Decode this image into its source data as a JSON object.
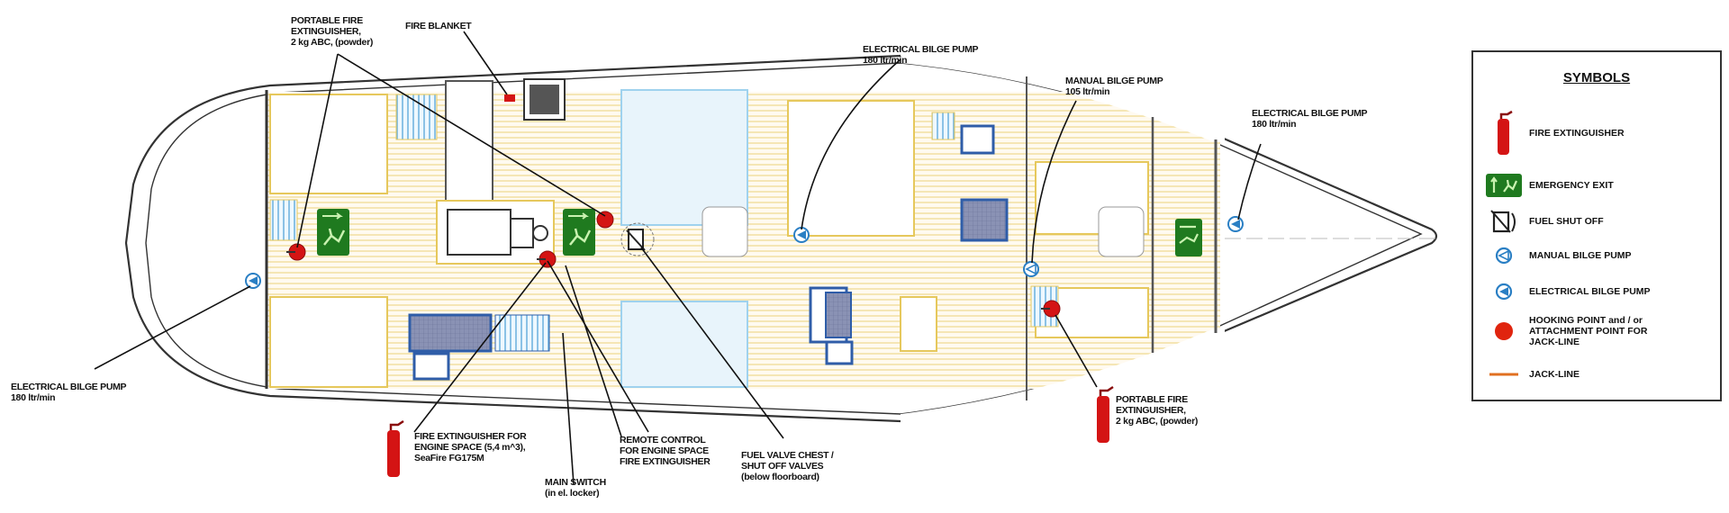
{
  "diagram": {
    "type": "yacht deck plan safety layout",
    "colors": {
      "hull_line": "#333333",
      "fire_red": "#d41414",
      "exit_green": "#1f7a1f",
      "pump_blue": "#2a7fc4",
      "floor_yellow": "#f2d77a",
      "fixture_blue": "#2f5da8",
      "jackline_orange": "#e07020"
    }
  },
  "labels": {
    "portable_ext_fwd": "PORTABLE FIRE\nEXTINGUISHER,\n2 kg ABC, (powder)",
    "fire_blanket": "FIRE BLANKET",
    "elec_pump_top": "ELECTRICAL BILGE PUMP\n180 ltr/min",
    "manual_pump": "MANUAL BILGE PUMP\n105 ltr/min",
    "elec_pump_bow": "ELECTRICAL BILGE PUMP\n180 ltr/min",
    "elec_pump_stern": "ELECTRICAL BILGE PUMP\n180 ltr/min",
    "engine_ext": "FIRE EXTINGUISHER FOR\nENGINE SPACE (5,4 m^3),\nSeaFire FG175M",
    "main_switch": "MAIN SWITCH\n(in el. locker)",
    "remote_control": "REMOTE CONTROL\nFOR ENGINE SPACE\nFIRE EXTINGUISHER",
    "fuel_valve": "FUEL VALVE CHEST /\nSHUT OFF VALVES\n(below floorboard)",
    "portable_ext_aft": "PORTABLE FIRE\nEXTINGUISHER,\n2 kg ABC, (powder)"
  },
  "legend": {
    "title": "SYMBOLS",
    "items": [
      {
        "icon": "fire-extinguisher-icon",
        "label": "FIRE EXTINGUISHER"
      },
      {
        "icon": "emergency-exit-icon",
        "label": "EMERGENCY EXIT"
      },
      {
        "icon": "fuel-shut-off-icon",
        "label": "FUEL SHUT OFF"
      },
      {
        "icon": "manual-bilge-pump-icon",
        "label": "MANUAL BILGE PUMP"
      },
      {
        "icon": "electrical-bilge-pump-icon",
        "label": "ELECTRICAL BILGE PUMP"
      },
      {
        "icon": "hooking-point-icon",
        "label": "HOOKING POINT and / or\nATTACHMENT POINT FOR\nJACK-LINE"
      },
      {
        "icon": "jack-line-icon",
        "label": "JACK-LINE"
      }
    ]
  }
}
